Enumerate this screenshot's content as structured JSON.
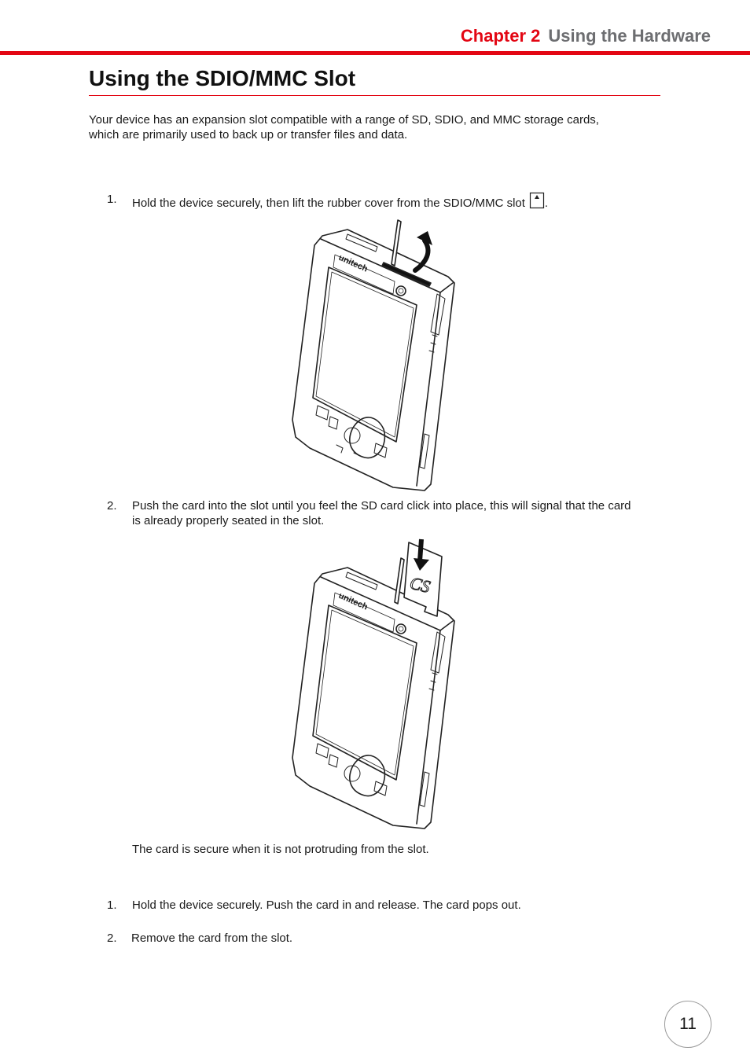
{
  "header": {
    "chapter": "Chapter 2",
    "section": "Using the Hardware"
  },
  "page": {
    "title": "Using the SDIO/MMC Slot",
    "intro_line1": "Your device has an expansion slot compatible with a range of SD, SDIO, and MMC storage cards,",
    "intro_line2": "which are primarily used to back up or transfer files and data.",
    "insert_steps": [
      {
        "num": "1.",
        "text": "Hold the device securely, then lift the rubber cover from the SDIO/MMC slot",
        "suffix": "."
      },
      {
        "num": "2.",
        "line1": "Push the card into the slot until you feel the SD card click into place, this will signal that the card",
        "line2": "is already properly seated in the slot."
      }
    ],
    "note": "The card is secure when it is not protruding from the slot.",
    "remove_steps": [
      {
        "num": "1.",
        "text": "Hold the device securely. Push the card in and release. The card pops out."
      },
      {
        "num": "2.",
        "text": "Remove the card from the slot."
      }
    ],
    "device_brand": "unitech",
    "card_logo": "CS",
    "page_number": "11"
  },
  "colors": {
    "accent": "#e30613",
    "header_gray": "#6d6e71"
  },
  "icons": [
    "sd-card-icon",
    "lift-arrow-icon",
    "insert-arrow-icon"
  ]
}
